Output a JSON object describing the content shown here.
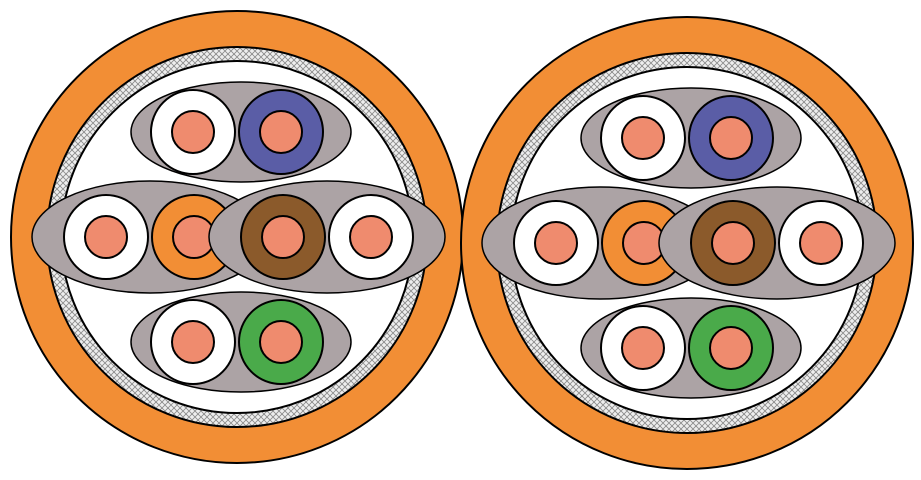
{
  "colors": {
    "jacket": "#F28E35",
    "shield_base": "#EEEEEE",
    "shield_line": "#8C8C8C",
    "interior": "#FFFFFF",
    "pair_foil": "#ACA3A5",
    "outline": "#000000",
    "conductor": "#EF8B6E",
    "wire_white": "#FFFFFF",
    "wire_blue": "#5A5DA6",
    "wire_orange": "#F28E35",
    "wire_brown": "#8B5A2B",
    "wire_green": "#4AAA4A"
  },
  "cables": [
    {
      "id": "left",
      "pairs": [
        {
          "position": "top",
          "wires": [
            "wire_white",
            "wire_blue"
          ]
        },
        {
          "position": "middle-left",
          "wires": [
            "wire_white",
            "wire_orange"
          ]
        },
        {
          "position": "middle-right",
          "wires": [
            "wire_brown",
            "wire_white"
          ]
        },
        {
          "position": "bottom",
          "wires": [
            "wire_white",
            "wire_green"
          ]
        }
      ]
    },
    {
      "id": "right",
      "pairs": [
        {
          "position": "top",
          "wires": [
            "wire_white",
            "wire_blue"
          ]
        },
        {
          "position": "middle-left",
          "wires": [
            "wire_white",
            "wire_orange"
          ]
        },
        {
          "position": "middle-right",
          "wires": [
            "wire_brown",
            "wire_white"
          ]
        },
        {
          "position": "bottom",
          "wires": [
            "wire_white",
            "wire_green"
          ]
        }
      ]
    }
  ]
}
